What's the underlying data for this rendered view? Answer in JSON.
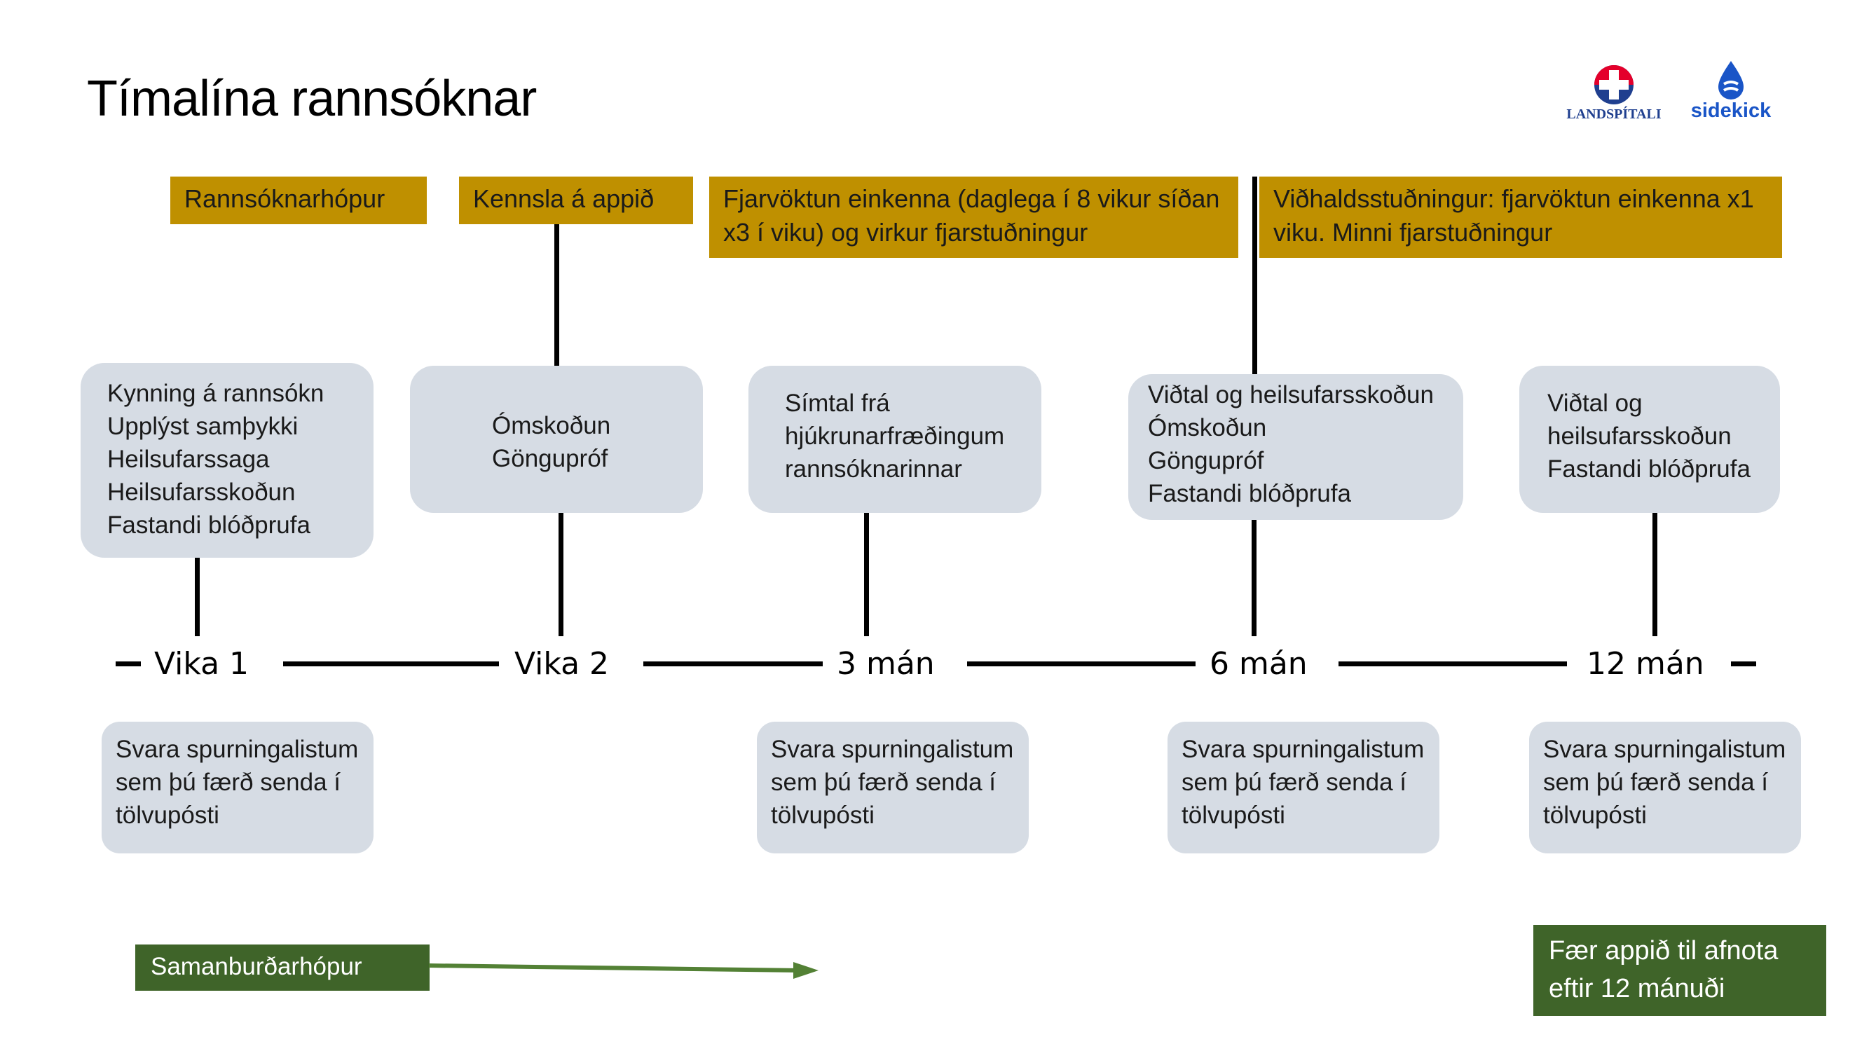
{
  "title": "Tímalína rannsóknar",
  "logos": {
    "landspitali": {
      "icon": "landspitali-cross-icon",
      "text": "LANDSPÍTALI",
      "color": "#1f3f8f",
      "accent": "#e4002b"
    },
    "sidekick": {
      "icon": "sidekick-drop-icon",
      "text": "sidekick",
      "color": "#1a55c7"
    }
  },
  "phases": [
    {
      "text": "Rannsóknarhópur"
    },
    {
      "text": "Kennsla á appið"
    },
    {
      "lines": [
        "Fjarvöktun einkenna (daglega í 8 vikur síðan",
        "x3 í viku) og virkur fjarstuðningur"
      ]
    },
    {
      "lines": [
        "Viðhaldsstuðningur: fjarvöktun einkenna x1",
        "viku. Minni fjarstuðningur"
      ]
    }
  ],
  "timeline": {
    "labels": [
      "Vika 1",
      "Vika 2",
      "3 mán",
      "6 mán",
      "12 mán"
    ]
  },
  "visits": [
    {
      "lines": [
        "Kynning á rannsókn",
        "Upplýst samþykki",
        "Heilsufarssaga",
        "Heilsufarsskoðun",
        "Fastandi blóðprufa"
      ]
    },
    {
      "lines": [
        "Ómskoðun",
        "Göngupróf"
      ]
    },
    {
      "lines": [
        "Símtal frá",
        "hjúkrunarfræðingum",
        "rannsóknarinnar"
      ]
    },
    {
      "lines": [
        "Viðtal og heilsufarsskoðun",
        "Ómskoðun",
        "Göngupróf",
        "Fastandi blóðprufa"
      ]
    },
    {
      "lines": [
        "Viðtal og",
        "heilsufarsskoðun",
        "Fastandi blóðprufa"
      ]
    }
  ],
  "questionnaire": {
    "lines": [
      "Svara spurningalistum",
      "sem þú færð senda í",
      "tölvupósti"
    ]
  },
  "comparison": {
    "group": "Samanburðarhópur",
    "outcome_lines": [
      "Fær appið til afnota",
      "eftir 12 mánuði"
    ]
  },
  "colors": {
    "gold": "#bf9000",
    "gray": "#d6dce4",
    "green": "#3f6429"
  }
}
